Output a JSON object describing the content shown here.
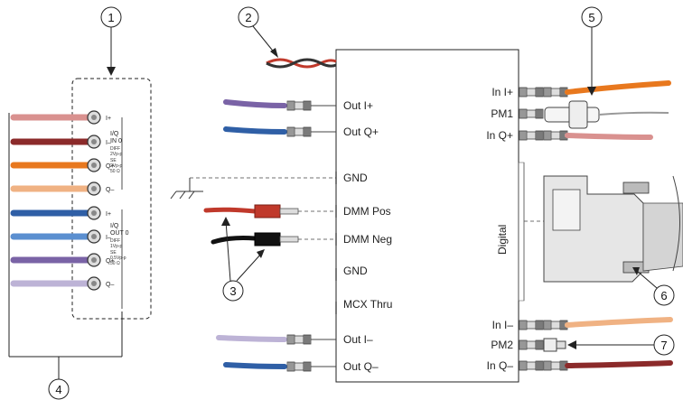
{
  "callouts": [
    "1",
    "2",
    "3",
    "4",
    "5",
    "6",
    "7"
  ],
  "ports_left": {
    "out_i_plus": "Out I+",
    "out_q_plus": "Out Q+",
    "gnd1": "GND",
    "dmm_pos": "DMM Pos",
    "dmm_neg": "DMM Neg",
    "gnd2": "GND",
    "mcx_thru": "MCX Thru",
    "out_i_minus": "Out I–",
    "out_q_minus": "Out Q–"
  },
  "ports_right": {
    "in_i_plus": "In I+",
    "pm1": "PM1",
    "in_q_plus": "In Q+",
    "in_i_minus": "In I–",
    "pm2": "PM2",
    "in_q_minus": "In Q–"
  },
  "digital_label": "Digital",
  "panel": {
    "iq_in_title": "I/Q",
    "iq_in_sub": "IN 0",
    "in_diff": "DIFF",
    "in_diff_v": "2Vp-p",
    "in_se": "SE",
    "in_se_v": "2Vp-p",
    "in_ohm": "50 Ω",
    "iq_out_title": "I/Q",
    "iq_out_sub": "OUT 0",
    "out_diff": "DIFF",
    "out_diff_v": "1Vp-p",
    "out_se": "SE",
    "out_se_v": "0.5Vp-p",
    "out_ohm": "50 Ω",
    "pins": [
      "I+",
      "I–",
      "Q+",
      "Q–",
      "I+",
      "I–",
      "Q+",
      "Q–"
    ]
  },
  "colors": {
    "pink": "#d9918f",
    "maroon": "#8b2a2a",
    "orange": "#e8781e",
    "peach": "#f0b283",
    "blue": "#2f5fa6",
    "lightblue": "#5b8fd0",
    "purple": "#7a63a6",
    "lavender": "#bdb3d6",
    "red": "#c0392b"
  }
}
